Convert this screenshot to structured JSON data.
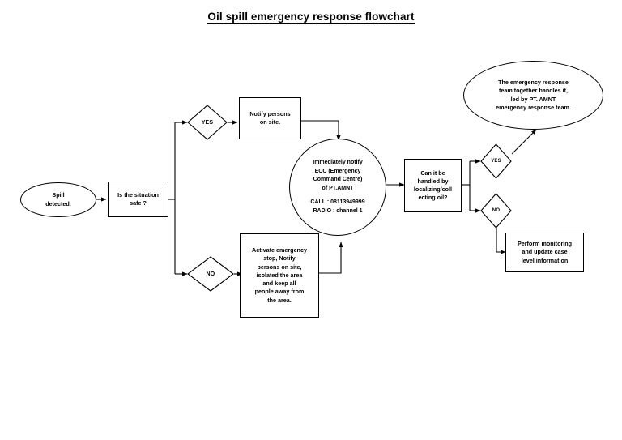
{
  "title": "Oil spill emergency response flowchart",
  "diagram": {
    "type": "flowchart",
    "nodes": {
      "start": {
        "shape": "ellipse",
        "label": "Spill\ndetected."
      },
      "decision_safe": {
        "shape": "box",
        "label": "Is the situation\nsafe ?"
      },
      "branch_yes_top": {
        "shape": "diamond",
        "label": "YES"
      },
      "branch_no_bottom": {
        "shape": "diamond",
        "label": "NO"
      },
      "notify_persons": {
        "shape": "box",
        "label": "Notify persons\non site."
      },
      "activate_stop": {
        "shape": "box",
        "label": "Activate emergency\nstop, Notify\npersons on site,\nisolated the area\nand keep all\npeople away from\nthe area."
      },
      "notify_ecc": {
        "shape": "circle",
        "label": "Immediately notify\nECC (Emergency\nCommand Centre)\nof PT.AMNT",
        "contact": "CALL : 08113949999\nRADIO : channel 1"
      },
      "decision_handled": {
        "shape": "box",
        "label": "Can it be\nhandled by\nlocalizing/coll\necting oil?"
      },
      "branch_yes_right": {
        "shape": "diamond",
        "label": "YES"
      },
      "branch_no_right": {
        "shape": "diamond",
        "label": "NO"
      },
      "response_team": {
        "shape": "ellipse",
        "label": "The emergency response\nteam together handles it,\nled by PT. AMNT\nemergency response team."
      },
      "monitoring": {
        "shape": "box",
        "label": "Perform monitoring\nand update case\nlevel information"
      }
    },
    "edges": [
      {
        "from": "start",
        "to": "decision_safe"
      },
      {
        "from": "decision_safe",
        "to": "branch_yes_top"
      },
      {
        "from": "decision_safe",
        "to": "branch_no_bottom"
      },
      {
        "from": "branch_yes_top",
        "to": "notify_persons"
      },
      {
        "from": "branch_no_bottom",
        "to": "activate_stop"
      },
      {
        "from": "notify_persons",
        "to": "notify_ecc"
      },
      {
        "from": "activate_stop",
        "to": "notify_ecc"
      },
      {
        "from": "notify_ecc",
        "to": "decision_handled"
      },
      {
        "from": "decision_handled",
        "to": "branch_yes_right"
      },
      {
        "from": "decision_handled",
        "to": "branch_no_right"
      },
      {
        "from": "branch_yes_right",
        "to": "response_team"
      },
      {
        "from": "branch_no_right",
        "to": "monitoring"
      }
    ],
    "colors": {
      "stroke": "#000000",
      "fill": "#ffffff",
      "text": "#000000"
    }
  }
}
